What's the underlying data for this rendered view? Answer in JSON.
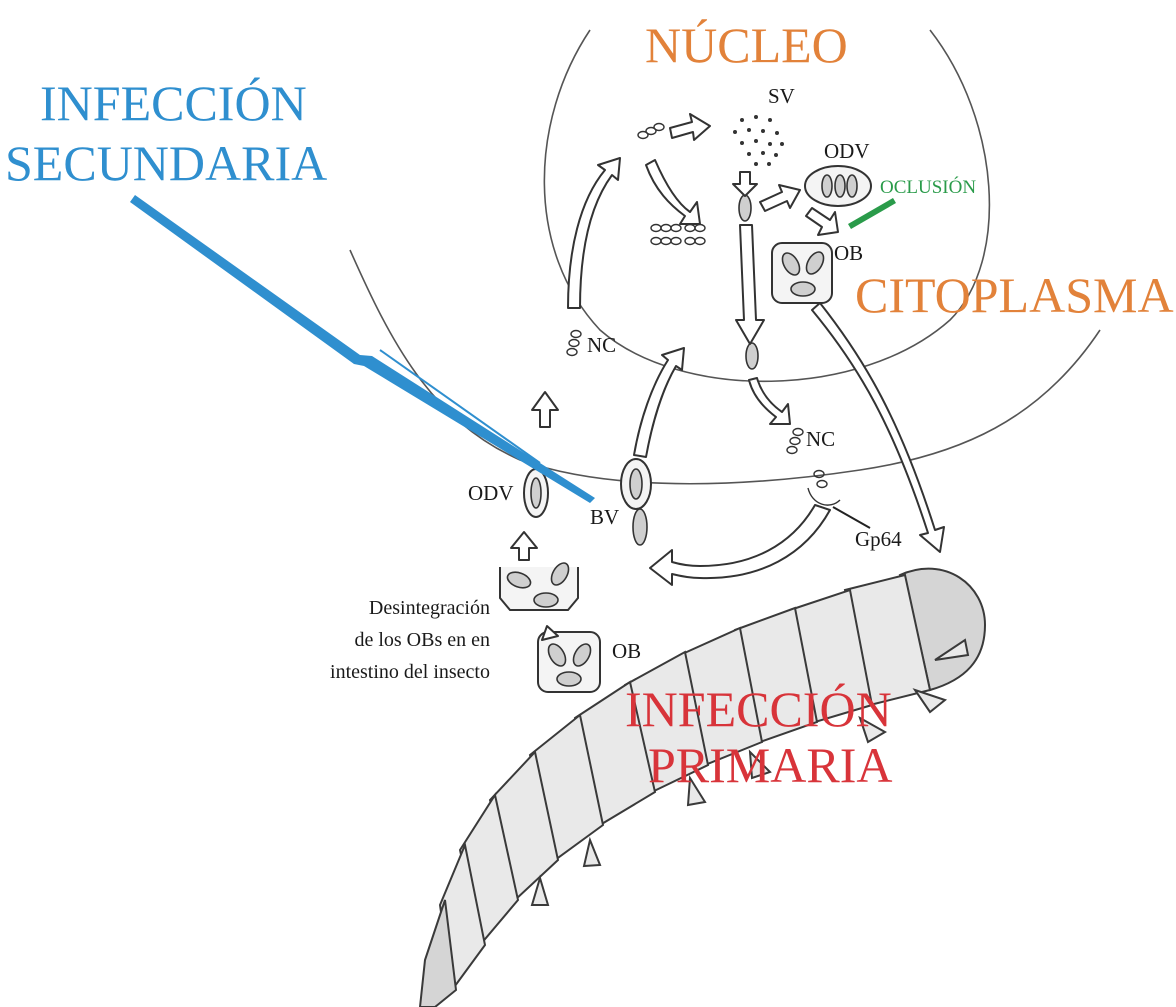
{
  "labels": {
    "nucleo": "NÚCLEO",
    "citoplasma": "CITOPLASMA",
    "infeccion_secundaria_line1": "INFECCIÓN",
    "infeccion_secundaria_line2": "SECUNDARIA",
    "infeccion_primaria_line1": "INFECCIÓN",
    "infeccion_primaria_line2": "PRIMARIA",
    "oclusion": "OCLUSIÓN",
    "sv": "SV",
    "odv_nucleus": "ODV",
    "ob_nucleus": "OB",
    "nc_left": "NC",
    "nc_right": "NC",
    "odv_left": "ODV",
    "bv": "BV",
    "gp64": "Gp64",
    "ob_bottom": "OB"
  },
  "caption": {
    "line1": "Desintegración",
    "line2": "de los OBs en en",
    "line3": "intestino del insecto"
  },
  "colors": {
    "orange": "#e2823a",
    "blue": "#2f8fcf",
    "red": "#d8343a",
    "green": "#2a9b4a",
    "ink": "#1a1a1a"
  }
}
